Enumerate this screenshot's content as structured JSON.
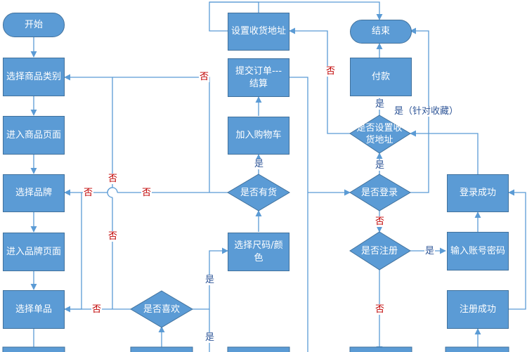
{
  "colors": {
    "node_fill": "#5b9bd5",
    "node_border": "#41719c",
    "line": "#5b9bd5",
    "no_label": "#c00000",
    "yes_label": "#2e5597"
  },
  "nodes": {
    "start": "开始",
    "select_category": "选择商品类别",
    "product_page": "进入商品页面",
    "select_brand": "选择品牌",
    "brand_page": "进入品牌页面",
    "select_item": "选择单品",
    "set_address": "设置收货地址",
    "submit_order": "提交订单---结算",
    "add_to_cart": "加入购物车",
    "select_size_color": "选择尺码/颜色",
    "end": "结束",
    "pay": "付款",
    "login_success": "登录成功",
    "enter_account": "输入账号密码",
    "register_success": "注册成功"
  },
  "decisions": {
    "in_stock": "是否有货",
    "like": "是否喜欢",
    "address_set": "是否设置收货地址",
    "logged_in": "是否登录",
    "registered": "是否注册"
  },
  "edge_labels": {
    "no": "否",
    "yes": "是",
    "yes_favorites": "是（针对收藏）"
  }
}
